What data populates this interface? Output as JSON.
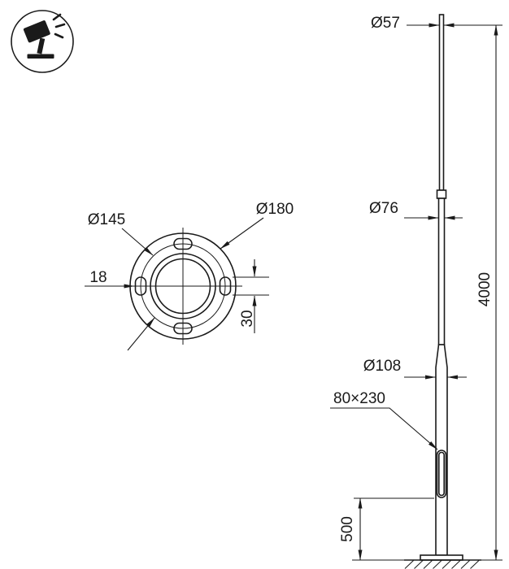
{
  "colors": {
    "background": "#ffffff",
    "line": "#1a1a1a"
  },
  "icon": {
    "name": "floodlight-projector-icon"
  },
  "flange_view": {
    "bolt_circle_diameter": "Ø145",
    "outer_diameter": "Ø180",
    "slot_width": "18",
    "slot_length": "30"
  },
  "pole_view": {
    "top_diameter": "Ø57",
    "mid_diameter": "Ø76",
    "base_diameter": "Ø108",
    "hatch_opening": "80×230",
    "total_height": "4000",
    "opening_offset": "500"
  }
}
